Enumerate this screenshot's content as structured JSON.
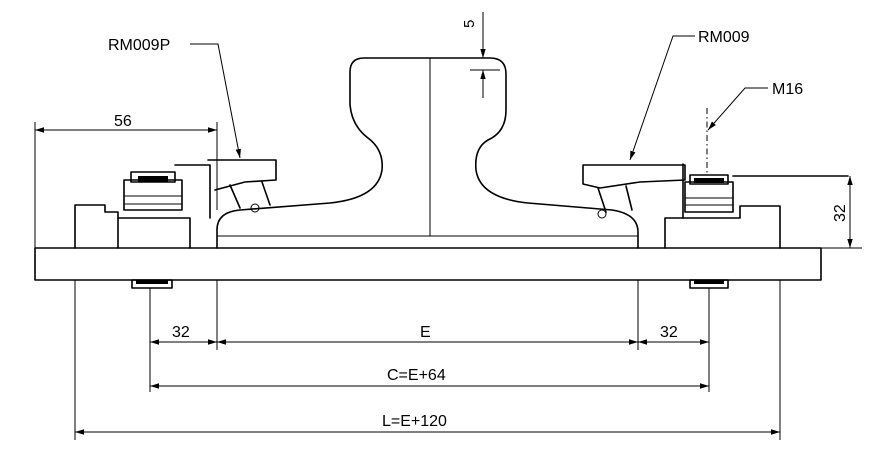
{
  "labels": {
    "rm009p": "RM009P",
    "rm009": "RM009",
    "m16": "M16",
    "five": "5",
    "fifty_six": "56",
    "thirty_two_v": "32",
    "thirty_two_left": "32",
    "e": "E",
    "thirty_two_right": "32",
    "c": "C=E+64",
    "l": "L=E+120"
  }
}
